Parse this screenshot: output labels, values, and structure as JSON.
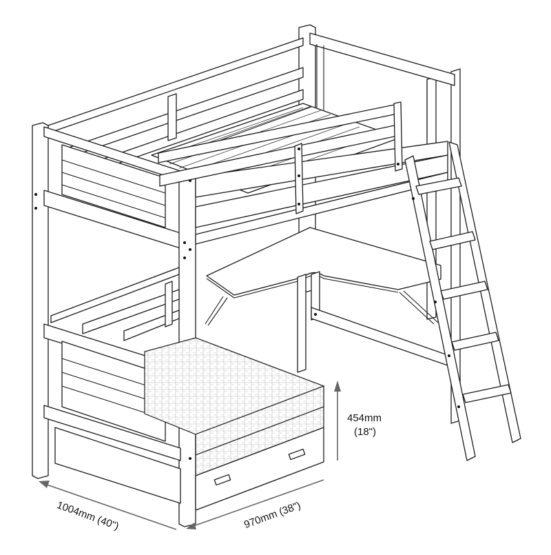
{
  "diagram": {
    "subject": "High sleeper loft bed with corner desk, ladder, and pull-out trundle bed",
    "dimensions": {
      "height": {
        "mm": "454mm",
        "inch": "(18\")"
      },
      "length": {
        "label": "1004mm (40\")"
      },
      "width": {
        "label": "970mm (38\")"
      }
    },
    "colors": {
      "line": "#1a1a1a",
      "dimension_arrow": "#666666",
      "background": "#ffffff"
    }
  }
}
